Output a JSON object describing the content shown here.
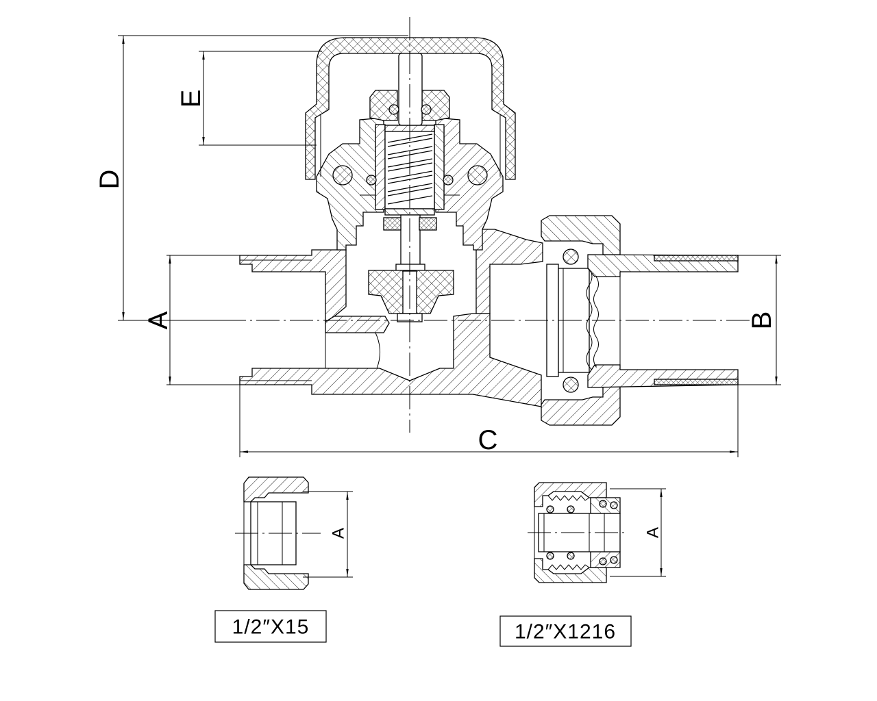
{
  "main_view": {
    "label_d": "D",
    "label_e": "E",
    "label_a": "A",
    "label_b": "B",
    "label_c": "C"
  },
  "fitting_compression": {
    "label_a": "A",
    "caption": "1/2″X15"
  },
  "fitting_pex": {
    "label_a": "A",
    "caption": "1/2″X1216"
  }
}
